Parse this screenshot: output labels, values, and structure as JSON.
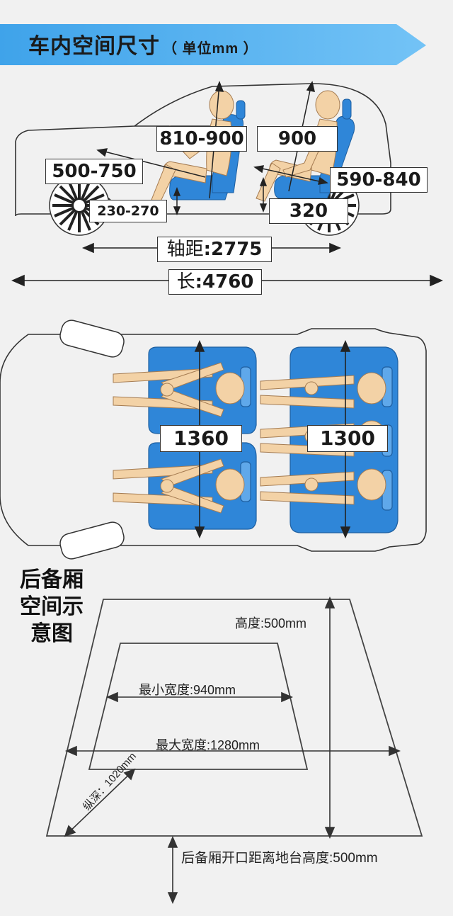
{
  "header": {
    "title": "车内空间尺寸",
    "unit": "（ 单位mm ）"
  },
  "side_view": {
    "front_head": "810-900",
    "rear_head": "900",
    "front_leg": "500-750",
    "rear_leg": "590-840",
    "front_seat_height": "230-270",
    "rear_seat_height": "320",
    "wheelbase_label": "轴距",
    "wheelbase_value": ":2775",
    "length_label": "长",
    "length_value": ":4760"
  },
  "top_view": {
    "front_shoulder": "1360",
    "rear_shoulder": "1300"
  },
  "trunk": {
    "title": "后备厢空间示意图",
    "height": "高度:500mm",
    "min_width": "最小宽度:940mm",
    "max_width": "最大宽度:1280mm",
    "depth": "纵深：1020mm",
    "lift_height": "后备厢开口距离地台高度:500mm"
  },
  "colors": {
    "banner": "#5bb3f0",
    "seat_blue": "#2f86d8",
    "body_skin": "#f3d2a6"
  }
}
